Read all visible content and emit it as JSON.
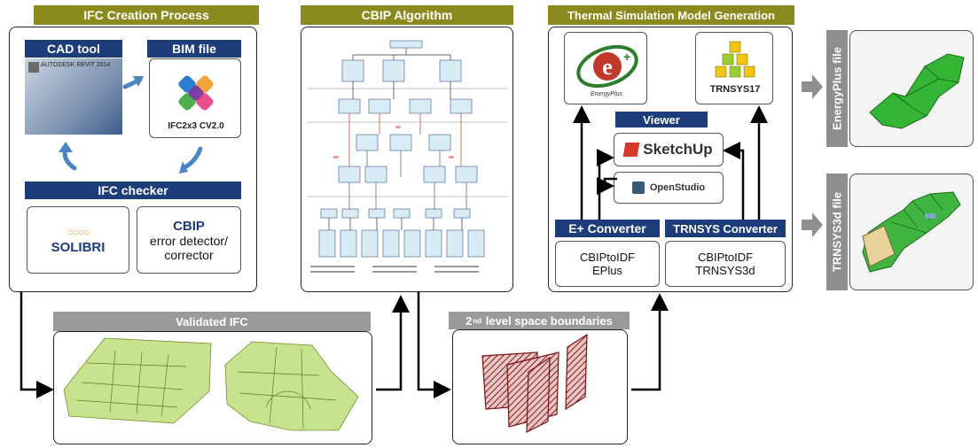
{
  "ifc_creation": {
    "title": "IFC Creation Process",
    "cad_tool_label": "CAD tool",
    "revit_logo_text": "AUTODESK REVIT 2014",
    "bim_file_label": "BIM file",
    "ifc_version": "IFC2x3 CV2.0",
    "checker_label": "IFC checker",
    "solibri_text": "SOLIBRI",
    "cbip_title": "CBIP",
    "cbip_desc_line1": "error detector/",
    "cbip_desc_line2": "corrector"
  },
  "cbip_algorithm": {
    "title": "CBIP Algorithm"
  },
  "thermal": {
    "title": "Thermal Simulation Model Generation",
    "energyplus_logo_text": "EnergyPlus",
    "trnsys_logo_text": "TRNSYS17",
    "viewer_label": "Viewer",
    "sketchup_text": "SketchUp",
    "openstudio_text": "OpenStudio",
    "eplus_converter_label": "E+ Converter",
    "trnsys_converter_label": "TRNSYS Converter",
    "eplus_converter_line1": "CBIPtoIDF",
    "eplus_converter_line2": "EPlus",
    "trnsys_converter_line1": "CBIPtoIDF",
    "trnsys_converter_line2": "TRNSYS3d"
  },
  "outputs": {
    "energyplus_file_label": "EnergyPlus file",
    "trnsys_file_label": "TRNSYS3d file"
  },
  "validated_ifc": {
    "title": "Validated IFC"
  },
  "space_boundaries": {
    "title_prefix": "2",
    "title_sup": "nd",
    "title_suffix": " level space boundaries"
  },
  "colors": {
    "olive": "#8b8a1e",
    "navy": "#1d3c7a",
    "gray": "#9a9a9a",
    "green_model": "#2ea82e",
    "boundary_red": "#8b1a1a"
  }
}
